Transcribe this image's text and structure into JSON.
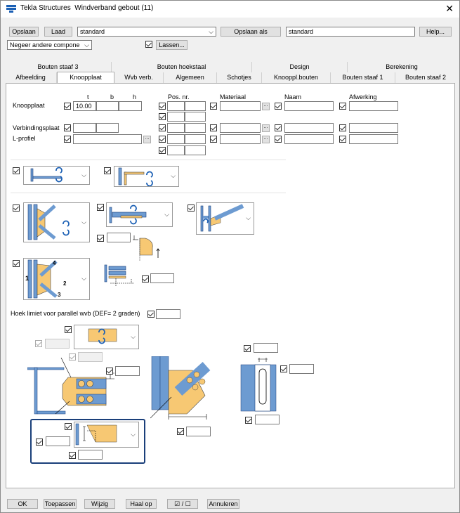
{
  "window": {
    "app": "Tekla Structures",
    "title": "Windverband gebout (11)",
    "close": "✕"
  },
  "toolbar": {
    "save": "Opslaan",
    "load": "Laad",
    "preset": "standard",
    "save_as": "Opslaan als",
    "save_as_name": "standard",
    "help": "Help...",
    "ignore": "Negeer andere compone",
    "welds": "Lassen..."
  },
  "tabs_row1": [
    "Bouten staaf 3",
    "Bouten hoekstaal",
    "Design",
    "Berekening"
  ],
  "tabs_row2": [
    "Afbeelding",
    "Knoopplaat",
    "Wvb verb.",
    "Algemeen",
    "Schotjes",
    "Knooppl.bouten",
    "Bouten staaf 1",
    "Bouten staaf 2"
  ],
  "grid": {
    "col_t": "t",
    "col_b": "b",
    "col_h": "h",
    "col_pos": "Pos. nr.",
    "col_mat": "Materiaal",
    "col_name": "Naam",
    "col_finish": "Afwerking",
    "row_gusset": "Knoopplaat",
    "gusset_t": "10.00",
    "row_conn": "Verbindingsplaat",
    "row_lprof": "L-profiel",
    "browse": "..."
  },
  "angle_limit": "Hoek limiet voor parallel wvb (DEF= 2 graden)",
  "diagram_labels": {
    "n1": "1",
    "n2": "2",
    "n3": "3",
    "n4": "4"
  },
  "footer": {
    "ok": "OK",
    "apply": "Toepassen",
    "modify": "Wijzig",
    "get": "Haal op",
    "toggle": "☑ / ☐",
    "cancel": "Annuleren"
  },
  "colors": {
    "steel": "#6d9bd1",
    "plate": "#f7c873",
    "accent": "#1a3f7a"
  }
}
